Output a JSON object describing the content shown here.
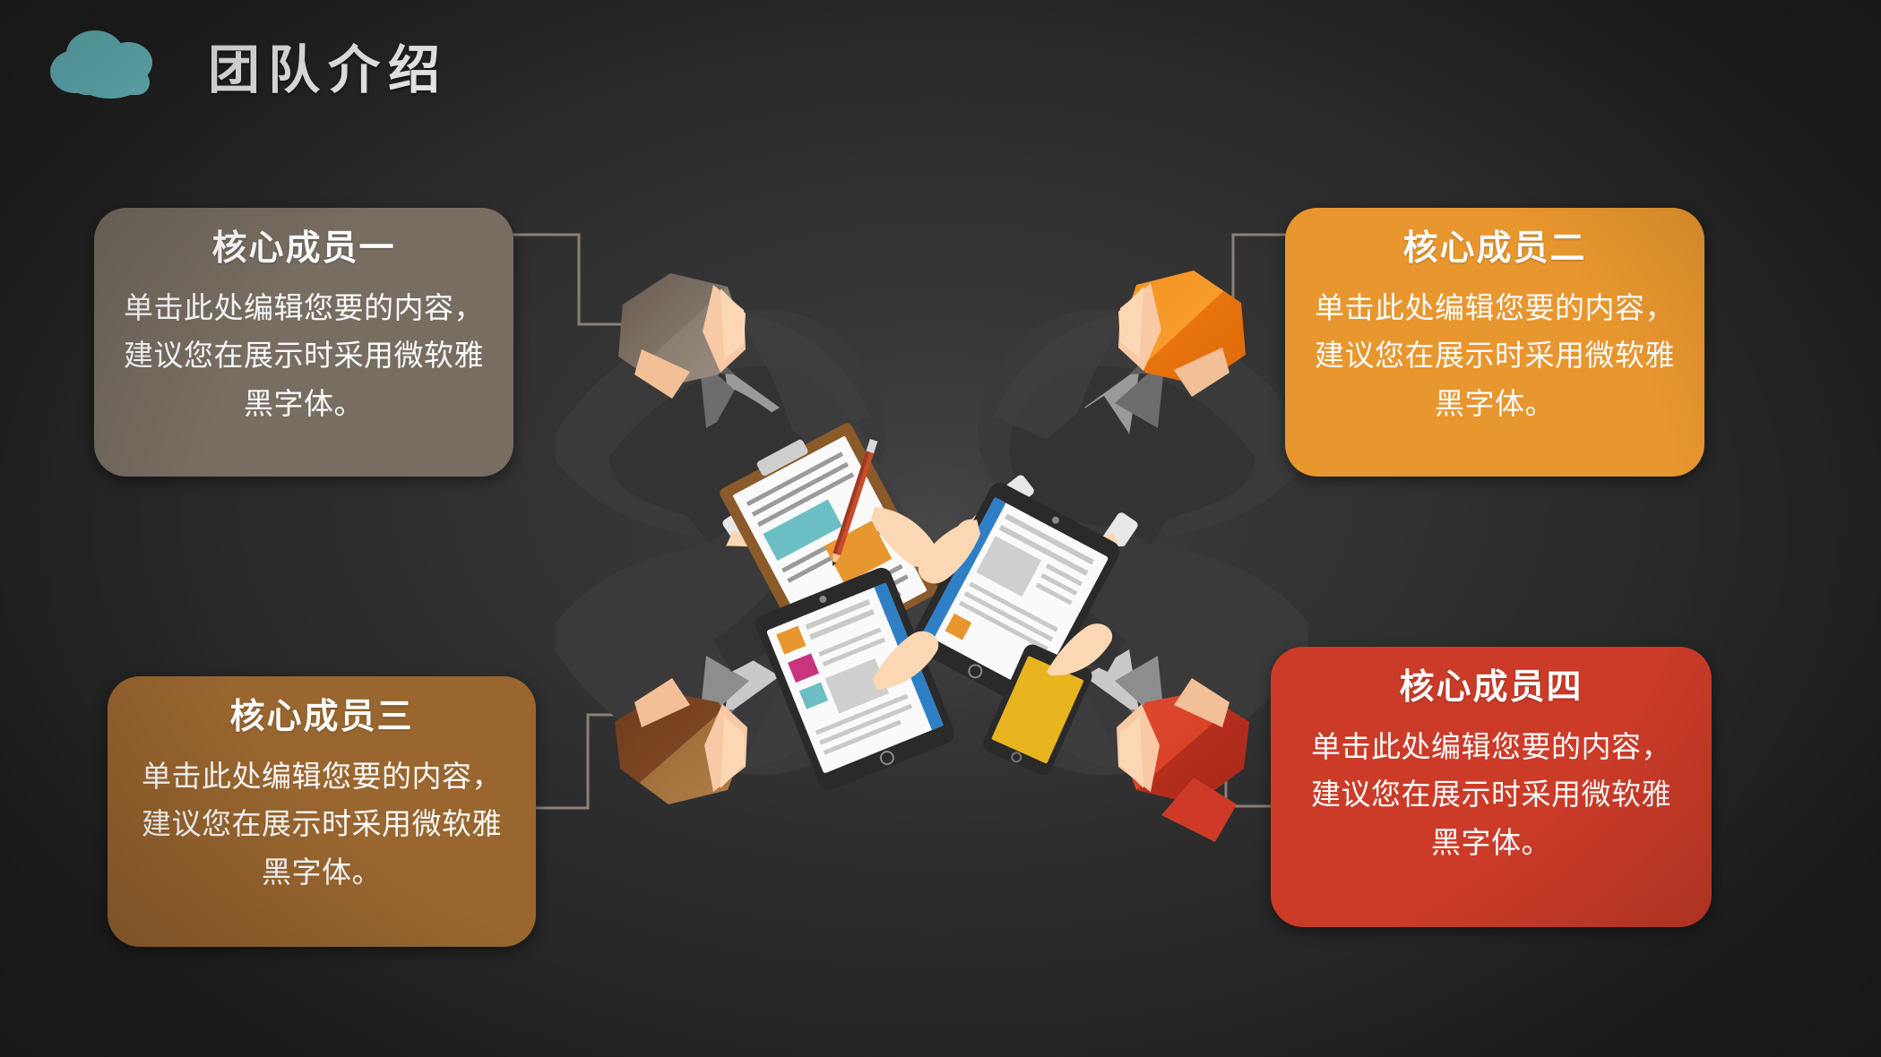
{
  "slide": {
    "background_color": "#2b2b2b",
    "header": {
      "title": "团队介绍",
      "logo_icon": "cloud-icon",
      "logo_color": "#6BBFC4"
    },
    "cards": [
      {
        "id": "member-1",
        "title": "核心成员一",
        "body": "单击此处编辑您要的内容，建议您在展示时采用微软雅黑字体。",
        "color": "#776D61"
      },
      {
        "id": "member-2",
        "title": "核心成员二",
        "body": "单击此处编辑您要的内容，建议您在展示时采用微软雅黑字体。",
        "color": "#E8962E"
      },
      {
        "id": "member-3",
        "title": "核心成员三",
        "body": "单击此处编辑您要的内容，建议您在展示时采用微软雅黑字体。",
        "color": "#99662F"
      },
      {
        "id": "member-4",
        "title": "核心成员四",
        "body": "单击此处编辑您要的内容，建议您在展示时采用微软雅黑字体。",
        "color": "#CB3B28"
      }
    ],
    "connector_color": "#8a8076",
    "illustration": {
      "name": "team-meeting-top-view",
      "description": "四人围坐会议桌俯视图",
      "people": [
        {
          "position": "top-left",
          "hair_color": "#7A6E63",
          "device": "clipboard"
        },
        {
          "position": "top-right",
          "hair_color": "#EF7F1A",
          "device": "tablet"
        },
        {
          "position": "bottom-left",
          "hair_color": "#8C5A2E",
          "device": "tablet"
        },
        {
          "position": "bottom-right",
          "hair_color": "#CE3A27",
          "device": "smartphone"
        }
      ],
      "accent_colors": {
        "teal": "#6BBFC4",
        "orange": "#E8962E",
        "blue": "#2E7FC6",
        "yellow": "#E8B51E",
        "magenta": "#C8347E"
      }
    }
  }
}
